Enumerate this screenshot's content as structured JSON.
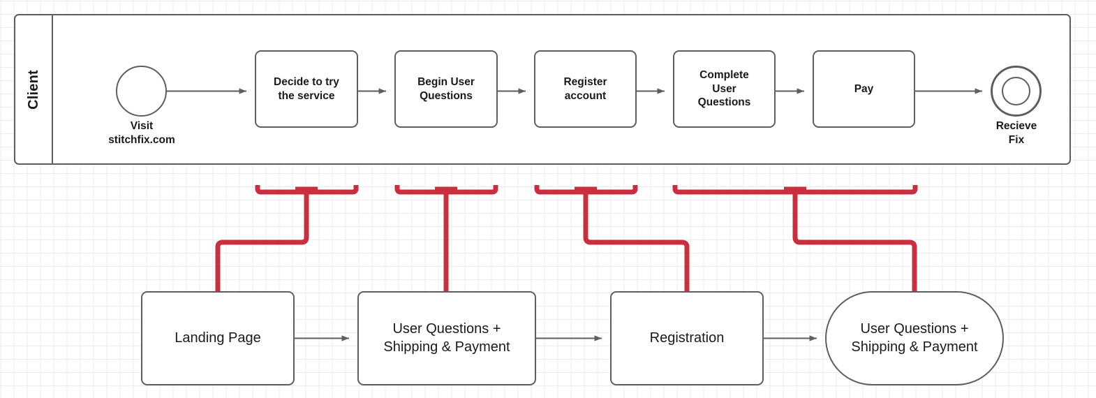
{
  "diagram": {
    "title": "Stitch Fix client journey BPMN",
    "colors": {
      "stroke": "#5e5e5e",
      "text": "#1a1a1a",
      "annotation_red": "#c9303f",
      "grid_minor": "#ececed",
      "grid_major": "#d9dadb",
      "background": "#ffffff"
    }
  },
  "pool": {
    "lane_label": "Client"
  },
  "process_row": {
    "start_event": {
      "icon": "start-event-circle",
      "label": "Visit\nstitchfix.com"
    },
    "tasks": [
      {
        "label": "Decide to try\nthe service"
      },
      {
        "label": "Begin User\nQuestions"
      },
      {
        "label": "Register\naccount"
      },
      {
        "label": "Complete\nUser\nQuestions"
      },
      {
        "label": "Pay"
      }
    ],
    "end_event": {
      "icon": "end-event-double-circle",
      "label": "Recieve\nFix"
    }
  },
  "screens_row": {
    "screens": [
      {
        "label": "Landing Page",
        "shape": "rounded-rect"
      },
      {
        "label": "User Questions +\nShipping & Payment",
        "shape": "rounded-rect"
      },
      {
        "label": "Registration",
        "shape": "rounded-rect"
      },
      {
        "label": "User Questions +\nShipping & Payment",
        "shape": "stadium"
      }
    ]
  },
  "annotations": {
    "brackets": [
      {
        "covers": "Decide to try the service",
        "links_to": "Landing Page"
      },
      {
        "covers": "Begin User Questions",
        "links_to": "User Questions + Shipping & Payment"
      },
      {
        "covers": "Register account",
        "links_to": "Registration"
      },
      {
        "covers": "Complete User Questions / Pay",
        "links_to": "User Questions + Shipping & Payment"
      }
    ]
  }
}
